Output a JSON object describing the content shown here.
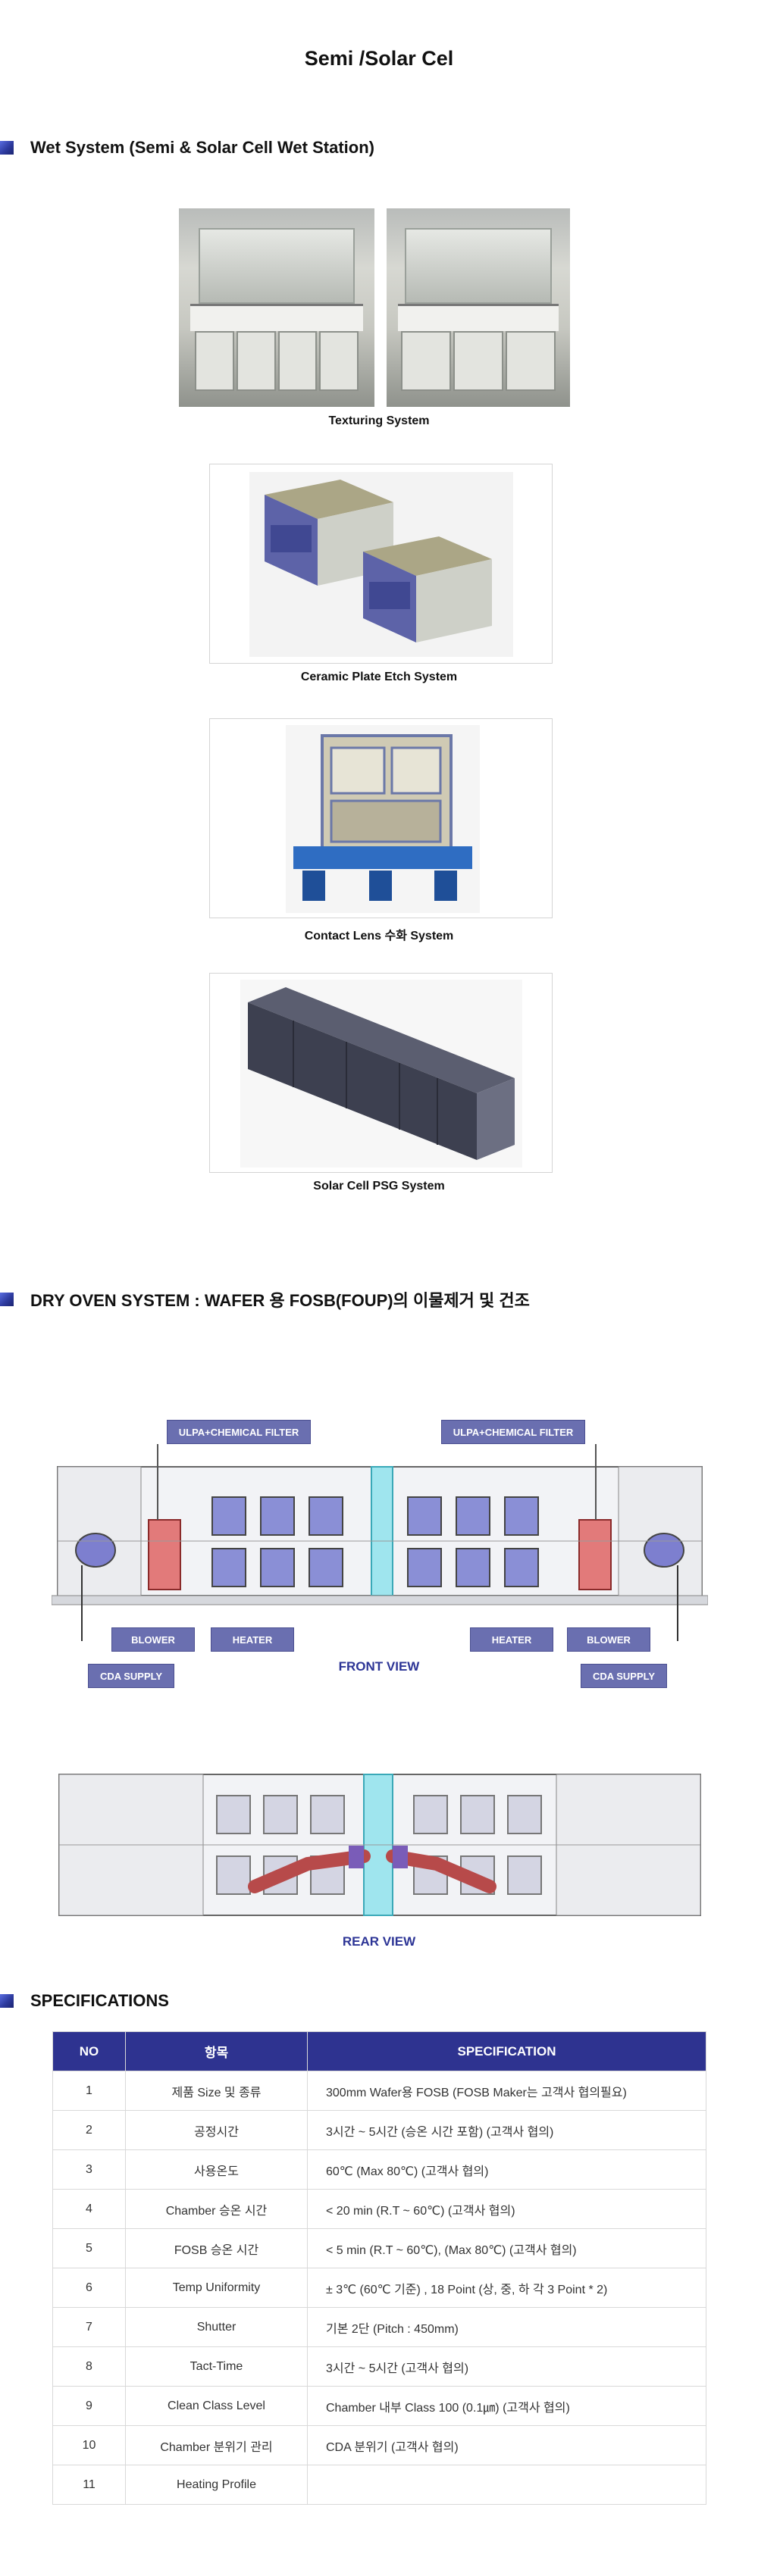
{
  "page": {
    "title": "Semi /Solar Cel"
  },
  "sections": {
    "wet": "Wet System (Semi  & Solar Cell Wet Station)",
    "dry": "DRY OVEN SYSTEM : WAFER 용 FOSB(FOUP)의 이물제거 및  건조",
    "specs": "SPECIFICATIONS"
  },
  "figures": {
    "texturing": "Texturing System",
    "ceramic": "Ceramic Plate Etch System",
    "contact": "Contact Lens 수화 System",
    "solar": "Solar Cell PSG System"
  },
  "oven": {
    "filter_left": "ULPA+CHEMICAL FILTER",
    "filter_right": "ULPA+CHEMICAL FILTER",
    "blower_left": "BLOWER",
    "heater_left": "HEATER",
    "heater_right": "HEATER",
    "blower_right": "BLOWER",
    "cda_left": "CDA SUPPLY",
    "cda_right": "CDA SUPPLY",
    "front_view": "FRONT VIEW",
    "rear_view": "REAR VIEW"
  },
  "specs_table": {
    "headers": [
      "NO",
      "항목",
      "SPECIFICATION"
    ],
    "rows": [
      [
        "1",
        "제품 Size 및 종류",
        "300mm Wafer용 FOSB (FOSB Maker는 고객사 협의필요)"
      ],
      [
        "2",
        "공정시간",
        "3시간 ~ 5시간 (승온 시간 포함) (고객사 협의)"
      ],
      [
        "3",
        "사용온도",
        "60℃ (Max 80℃) (고객사 협의)"
      ],
      [
        "4",
        "Chamber 승온 시간",
        "< 20 min (R.T ~ 60℃) (고객사 협의)"
      ],
      [
        "5",
        "FOSB 승온 시간",
        "< 5 min (R.T ~ 60℃), (Max 80℃) (고객사 협의)"
      ],
      [
        "6",
        "Temp Uniformity",
        "± 3℃ (60℃ 기준) , 18 Point (상, 중, 하 각 3 Point * 2)"
      ],
      [
        "7",
        "Shutter",
        "기본 2단 (Pitch : 450mm)"
      ],
      [
        "8",
        "Tact-Time",
        "3시간 ~ 5시간 (고객사 협의)"
      ],
      [
        "9",
        "Clean Class Level",
        "Chamber 내부 Class 100 (0.1㎛) (고객사 협의)"
      ],
      [
        "10",
        "Chamber 분위기 관리",
        "CDA 분위기 (고객사 협의)"
      ],
      [
        "11",
        "Heating Profile",
        ""
      ]
    ]
  },
  "colors": {
    "accent": "#2e3390",
    "label_box": "#6a6fb0",
    "view_label": "#2d3596"
  }
}
